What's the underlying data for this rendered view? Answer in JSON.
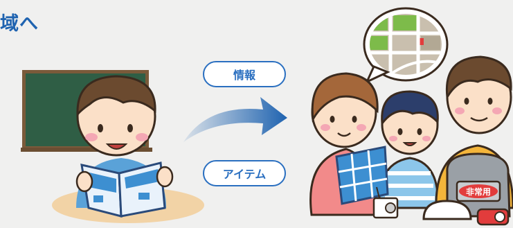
{
  "heading": {
    "text": "域へ"
  },
  "labels": {
    "info": "情報",
    "items": "アイテム"
  },
  "badge": {
    "text": "非常用"
  },
  "colors": {
    "accent_blue": "#1f63b0",
    "board_green": "#2f5e45",
    "map_green": "#7dbb4a",
    "map_red": "#e23c3c"
  }
}
